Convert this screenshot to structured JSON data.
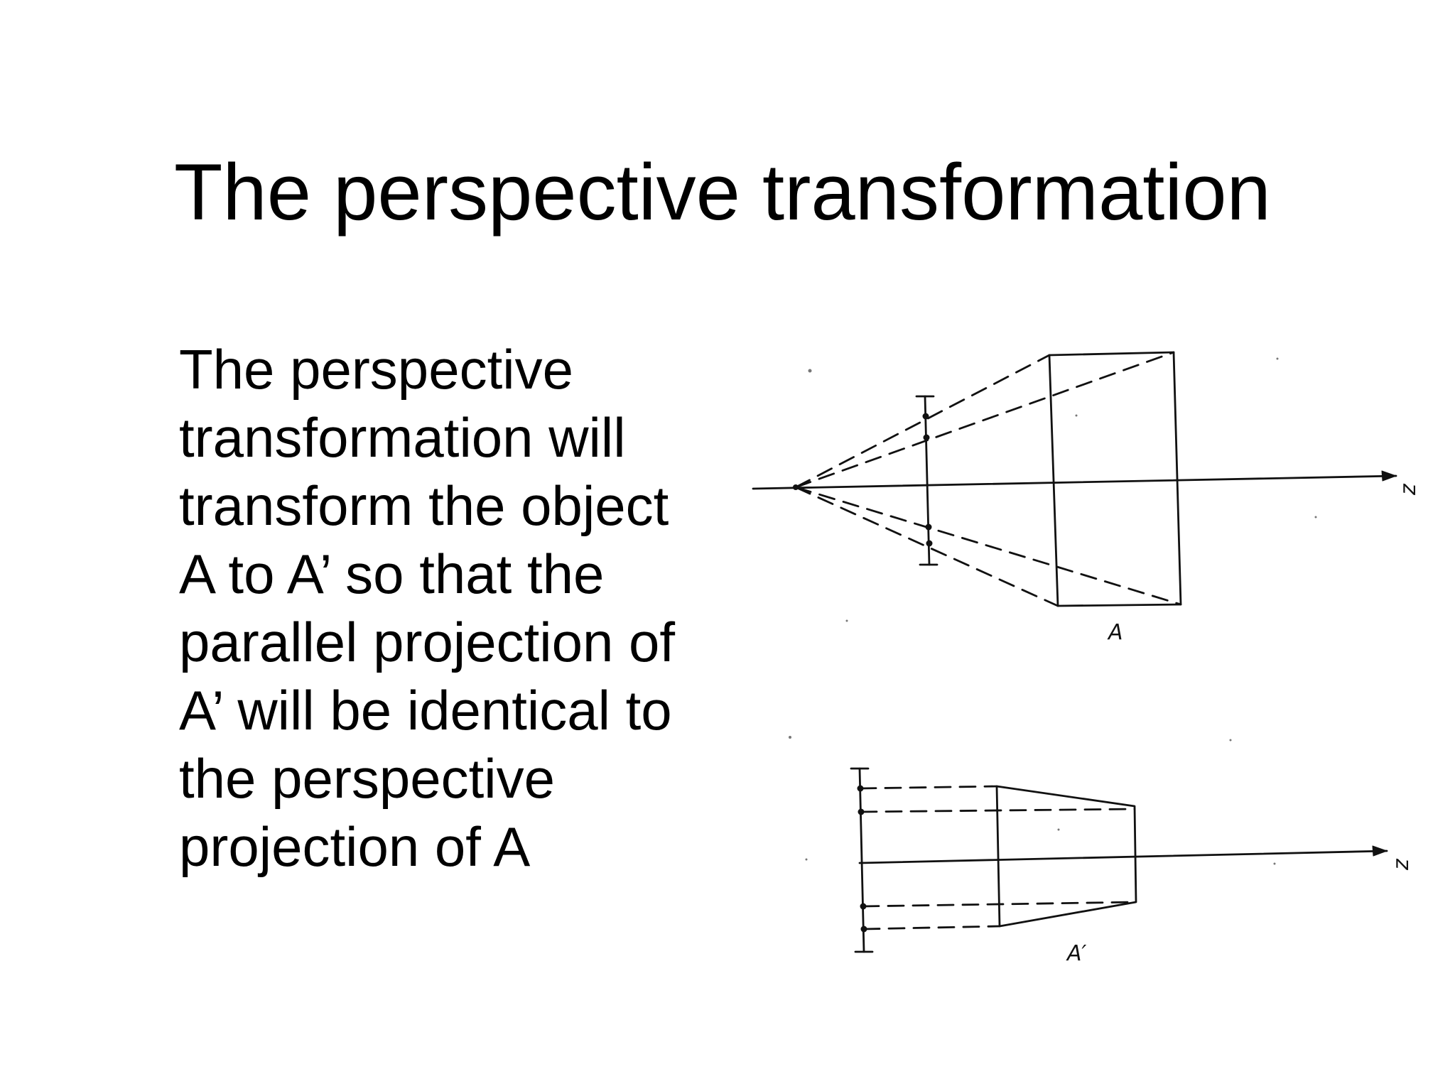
{
  "slide": {
    "title": "The perspective transformation",
    "body_lines": [
      "The perspective",
      "transformation will",
      "transform the object",
      "A to A’ so that the",
      "parallel projection of",
      "A’ will be identical to",
      "the perspective",
      "projection of A"
    ]
  },
  "diagram": {
    "top": {
      "axis_label": "z",
      "object_label": "A"
    },
    "bottom": {
      "axis_label": "z",
      "object_label": "A′"
    }
  }
}
